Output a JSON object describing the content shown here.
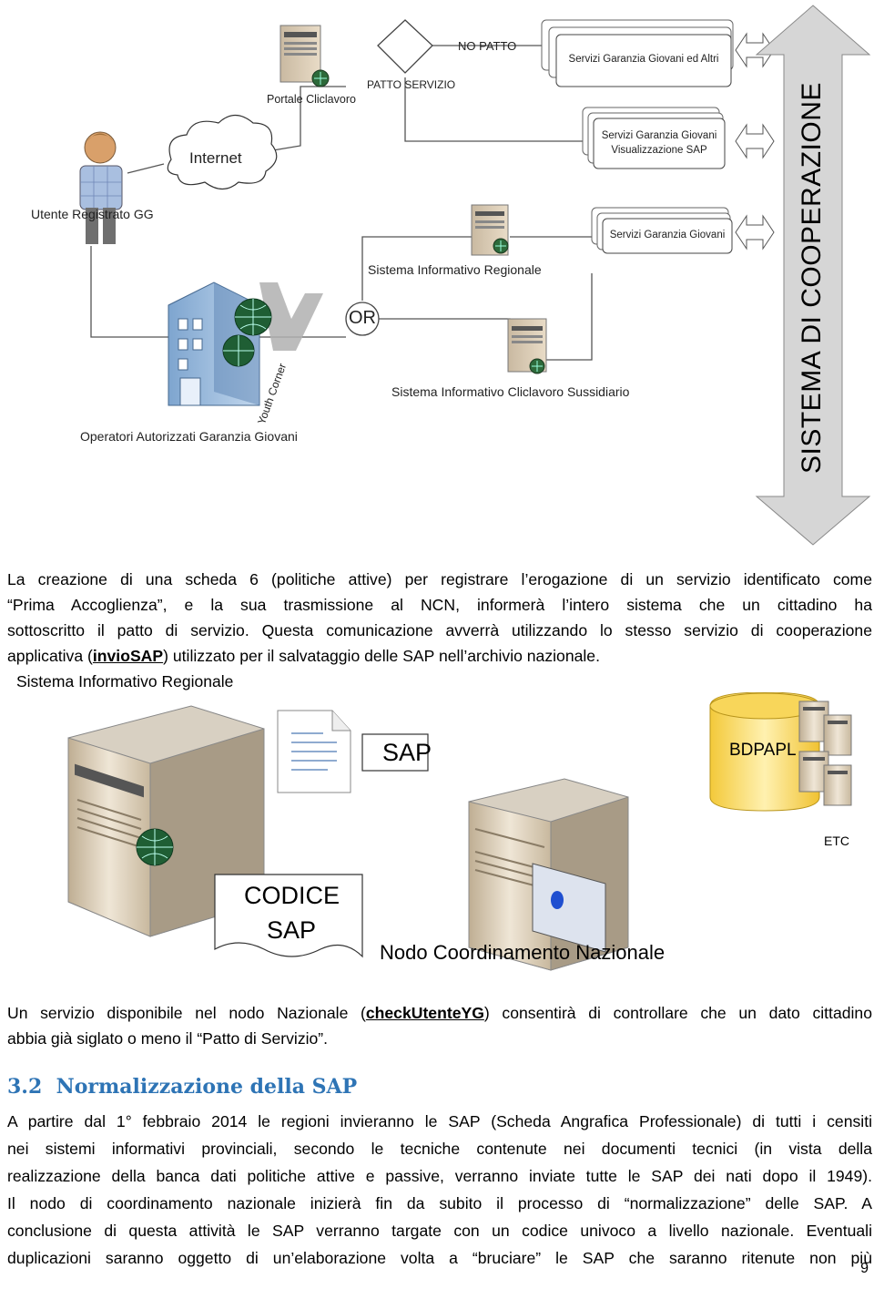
{
  "diagram1": {
    "labels": {
      "utente": "Utente Registrato GG",
      "internet": "Internet",
      "portale": "Portale Cliclavoro",
      "patto": "PATTO SERVIZIO",
      "no_patto": "NO PATTO",
      "servizi_altri": "Servizi Garanzia Giovani ed Altri",
      "servizi_vis_1": "Servizi Garanzia Giovani",
      "servizi_vis_2": "Visualizzazione SAP",
      "servizi_gg": "Servizi Garanzia Giovani",
      "sir": "Sistema Informativo Regionale",
      "or": "OR",
      "sussidiario": "Sistema Informativo Cliclavoro Sussidiario",
      "youth_corner": "Youth Corner",
      "operatori": "Operatori Autorizzati Garanzia Giovani",
      "cooperazione": "SISTEMA DI COOPERAZIONE"
    }
  },
  "para1": {
    "lines": [
      "La creazione di una scheda 6 (politiche attive) per registrare l’erogazione di un servizio identificato come",
      "“Prima Accoglienza”, e la sua trasmissione al NCN, informerà l’intero sistema che un cittadino ha",
      "sottoscritto il patto di servizio. Questa comunicazione avverrà utilizzando lo stesso servizio di cooperazione"
    ],
    "line4_pre": "applicativa (",
    "line4_bold": "invioSAP",
    "line4_post": ") utilizzato per il salvataggio delle SAP nell’archivio nazionale."
  },
  "diagram2": {
    "sir": "Sistema Informativo Regionale",
    "sap": "SAP",
    "bdpapl": "BDPAPL",
    "etc": "ETC",
    "codice": "CODICE",
    "codice_sap": "SAP",
    "nodo": "Nodo Coordinamento Nazionale"
  },
  "para2": {
    "line1_pre": "Un servizio disponibile nel nodo Nazionale (",
    "line1_bold": "checkUtenteYG",
    "line1_post": ") consentirà di controllare che un dato cittadino",
    "line2": "abbia già siglato o meno il “Patto di Servizio”."
  },
  "section": {
    "number": "3.2",
    "title": "Normalizzazione della SAP"
  },
  "para3": {
    "lines": [
      "A partire dal 1° febbraio 2014 le regioni invieranno le SAP (Scheda Angrafica Professionale) di tutti i censiti",
      "nei sistemi informativi provinciali, secondo le tecniche contenute nei documenti tecnici (in vista della",
      "realizzazione della banca dati politiche attive e passive, verranno inviate tutte le SAP dei nati dopo il 1949).",
      "Il nodo di coordinamento nazionale inizierà fin da subito il processo di “normalizzazione” delle SAP. A",
      "conclusione di questa attività le SAP verranno targate con un codice univoco a livello nazionale. Eventuali",
      "duplicazioni saranno oggetto di un’elaborazione volta a “bruciare” le SAP che saranno ritenute non più"
    ]
  },
  "page_number": "9"
}
